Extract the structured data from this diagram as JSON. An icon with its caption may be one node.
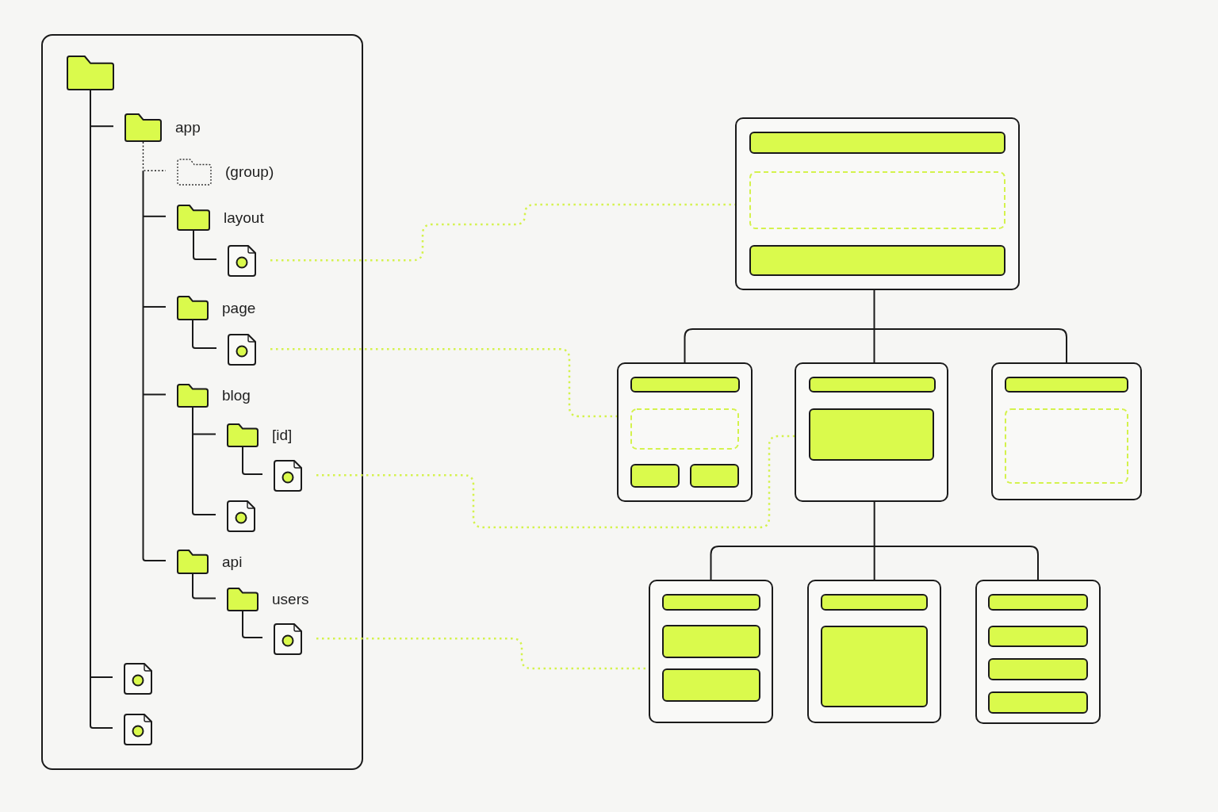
{
  "diagram": {
    "nodes": [
      {
        "text": [],
        "shape": "folder"
      },
      {
        "text": [
          "app"
        ]
      },
      {
        "text": [
          "(group)"
        ]
      },
      {
        "text": [
          "layout"
        ]
      },
      {
        "text": [],
        "shape": "file"
      },
      {
        "text": [
          "page"
        ]
      },
      {
        "text": [],
        "shape": "file"
      },
      {
        "text": [
          "blog"
        ]
      },
      {
        "text": [
          "[id]"
        ]
      },
      {
        "text": [],
        "shape": "file"
      },
      {
        "text": [],
        "shape": "file"
      },
      {
        "text": [
          "api"
        ]
      },
      {
        "text": [
          "users"
        ]
      },
      {
        "text": [],
        "shape": "file"
      },
      {
        "text": [],
        "shape": "file"
      },
      {
        "text": [],
        "shape": "file"
      },
      {
        "text": [],
        "shape": "box"
      },
      {
        "text": [],
        "shape": "box"
      },
      {
        "text": [],
        "shape": "box"
      },
      {
        "text": [],
        "shape": "box"
      },
      {
        "text": [],
        "shape": "box"
      },
      {
        "text": [],
        "shape": "box"
      },
      {
        "text": [],
        "shape": "box"
      }
    ],
    "edges": [
      {
        "from": 0,
        "to": 1,
        "arrow": "none"
      },
      {
        "from": 1,
        "to": 2,
        "arrow": "none",
        "style": "dashed"
      },
      {
        "from": 1,
        "to": 3,
        "arrow": "none"
      },
      {
        "from": 3,
        "to": 4,
        "arrow": "none"
      },
      {
        "from": 1,
        "to": 5,
        "arrow": "none"
      },
      {
        "from": 5,
        "to": 6,
        "arrow": "none"
      },
      {
        "from": 1,
        "to": 7,
        "arrow": "none"
      },
      {
        "from": 7,
        "to": 8,
        "arrow": "none"
      },
      {
        "from": 8,
        "to": 9,
        "arrow": "none"
      },
      {
        "from": 7,
        "to": 10,
        "arrow": "none"
      },
      {
        "from": 1,
        "to": 11,
        "arrow": "none"
      },
      {
        "from": 11,
        "to": 12,
        "arrow": "none"
      },
      {
        "from": 12,
        "to": 13,
        "arrow": "none"
      },
      {
        "from": 0,
        "to": 14,
        "arrow": "none"
      },
      {
        "from": 0,
        "to": 15,
        "arrow": "none"
      },
      {
        "from": 16,
        "to": 17,
        "arrow": "none"
      },
      {
        "from": 16,
        "to": 18,
        "arrow": "none"
      },
      {
        "from": 16,
        "to": 19,
        "arrow": "none"
      },
      {
        "from": 18,
        "to": 20,
        "arrow": "none"
      },
      {
        "from": 18,
        "to": 21,
        "arrow": "none"
      },
      {
        "from": 18,
        "to": 22,
        "arrow": "none"
      },
      {
        "from": 4,
        "to": 16,
        "arrow": "none",
        "style": "dashed",
        "color": "#d4f24c"
      },
      {
        "from": 6,
        "to": 17,
        "arrow": "none",
        "style": "dashed",
        "color": "#d4f24c"
      },
      {
        "from": 9,
        "to": 18,
        "arrow": "none",
        "style": "dashed",
        "color": "#d4f24c"
      },
      {
        "from": 13,
        "to": 20,
        "arrow": "none",
        "style": "dashed",
        "color": "#d4f24c"
      }
    ]
  }
}
